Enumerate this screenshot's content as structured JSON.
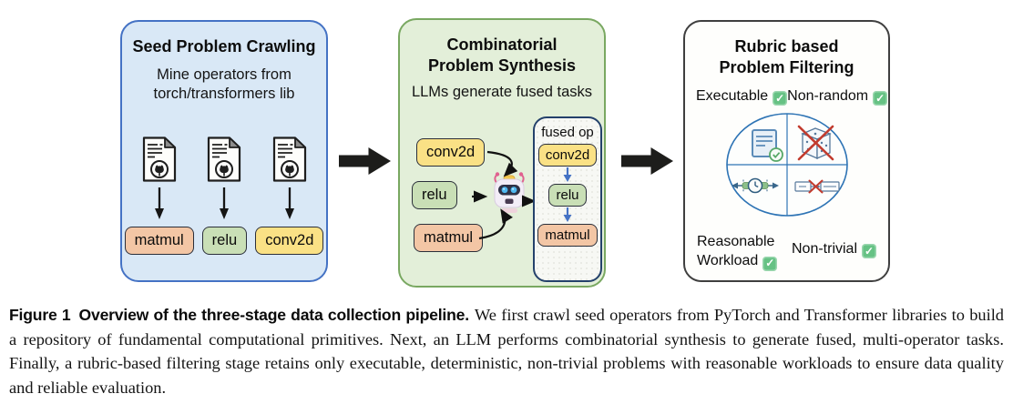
{
  "stage1": {
    "title": "Seed Problem Crawling",
    "subtitle": "Mine operators from torch/transformers lib",
    "operators": [
      "matmul",
      "relu",
      "conv2d"
    ]
  },
  "stage2": {
    "title": "Combinatorial Problem Synthesis",
    "subtitle": "LLMs generate fused tasks",
    "inputs": [
      "conv2d",
      "relu",
      "matmul"
    ],
    "fused": {
      "label": "fused op",
      "ops": [
        "conv2d",
        "relu",
        "matmul"
      ]
    }
  },
  "stage3": {
    "title": "Rubric based Problem Filtering",
    "criteria": {
      "top_left": "Executable",
      "top_right": "Non-random",
      "bottom_left": "Reasonable Workload",
      "bottom_right": "Non-trivial"
    }
  },
  "caption": {
    "label": "Figure 1",
    "title": "Overview of the three-stage data collection pipeline.",
    "body": "We first crawl seed operators from PyTorch and Transformer libraries to build a repository of fundamental computational primitives. Next, an LLM performs combinatorial synthesis to generate fused, multi-operator tasks. Finally, a rubric-based filtering stage retains only executable, deterministic, non-trivial problems with reasonable workloads to ensure data quality and reliable evaluation."
  },
  "icons": {
    "check": "✓"
  },
  "colors": {
    "stage1_bg": "#D9E8F6",
    "stage1_border": "#4472C4",
    "stage2_bg": "#E3EFD9",
    "stage2_border": "#79A861",
    "stage3_bg": "#FEFEFC",
    "stage3_border": "#3F3F3F",
    "op_matmul": "#F3C6A5",
    "op_relu": "#C9DFB6",
    "op_conv2d": "#FAE185",
    "flow_arrow": "#1D1D1B",
    "fused_border": "#24416B",
    "fused_arrow": "#4472C4",
    "circle_stroke": "#2E74B5",
    "check_green": "#66C284",
    "cross_red": "#C23B2E"
  }
}
